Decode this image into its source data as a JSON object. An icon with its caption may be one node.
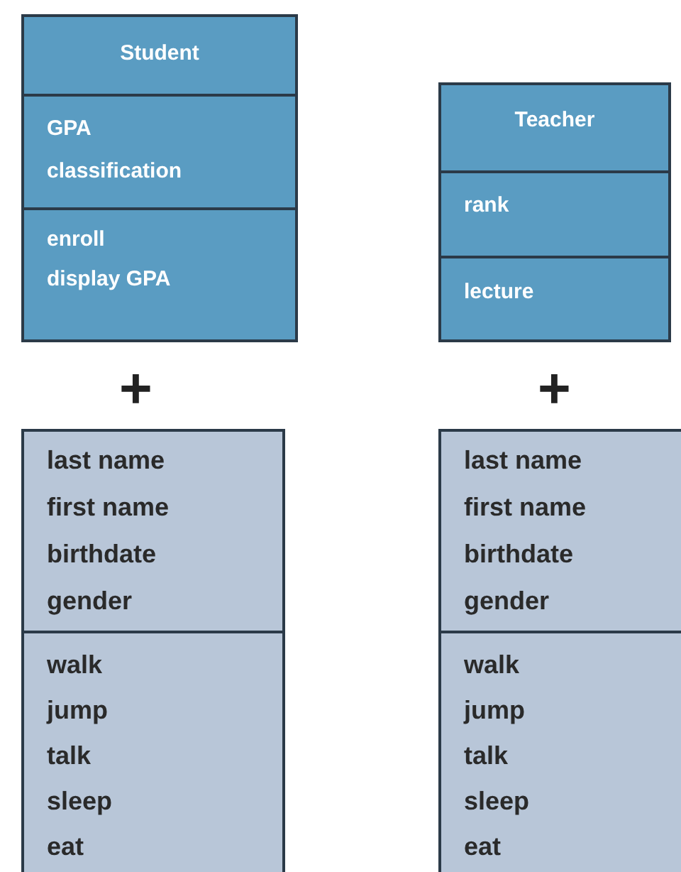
{
  "diagram": {
    "nodes": [
      {
        "text": [
          "Student"
        ]
      },
      {
        "text": [
          "GPA",
          "classification"
        ]
      },
      {
        "text": [
          "enroll",
          "display GPA"
        ]
      },
      {
        "text": [
          "Teacher"
        ]
      },
      {
        "text": [
          "rank"
        ]
      },
      {
        "text": [
          "lecture"
        ]
      },
      {
        "text": [
          "last name",
          "first name",
          "birthdate",
          "gender"
        ]
      },
      {
        "text": [
          "walk",
          "jump",
          "talk",
          "sleep",
          "eat"
        ]
      },
      {
        "text": [
          "last name",
          "first name",
          "birthdate",
          "gender"
        ]
      },
      {
        "text": [
          "walk",
          "jump",
          "talk",
          "sleep",
          "eat"
        ]
      }
    ],
    "labels": [
      "+",
      "+"
    ]
  }
}
